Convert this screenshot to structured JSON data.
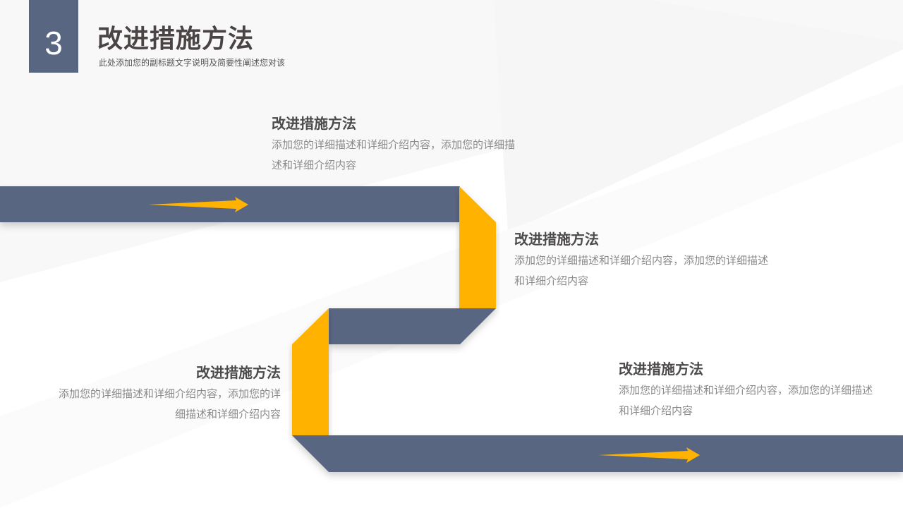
{
  "header": {
    "section_number": "3",
    "title": "改进措施方法",
    "subtitle": "此处添加您的副标题文字说明及简要性阐述您对该"
  },
  "colors": {
    "primary": "#596681",
    "accent": "#FFB300",
    "title_text": "#4a4444",
    "body_text": "#8a8a8a"
  },
  "steps": [
    {
      "title": "改进措施方法",
      "text": "添加您的详细描述和详细介绍内容，添加您的详细描述和详细介绍内容"
    },
    {
      "title": "改进措施方法",
      "text": "添加您的详细描述和详细介绍内容，添加您的详细描述和详细介绍内容"
    },
    {
      "title": "改进措施方法",
      "text": "添加您的详细描述和详细介绍内容，添加您的详细描述和详细介绍内容"
    },
    {
      "title": "改进措施方法",
      "text": "添加您的详细描述和详细介绍内容，添加您的详细描述和详细介绍内容"
    }
  ],
  "icons": {
    "ribbon_arrows": [
      "arrow-right-icon",
      "arrow-right-icon"
    ]
  }
}
